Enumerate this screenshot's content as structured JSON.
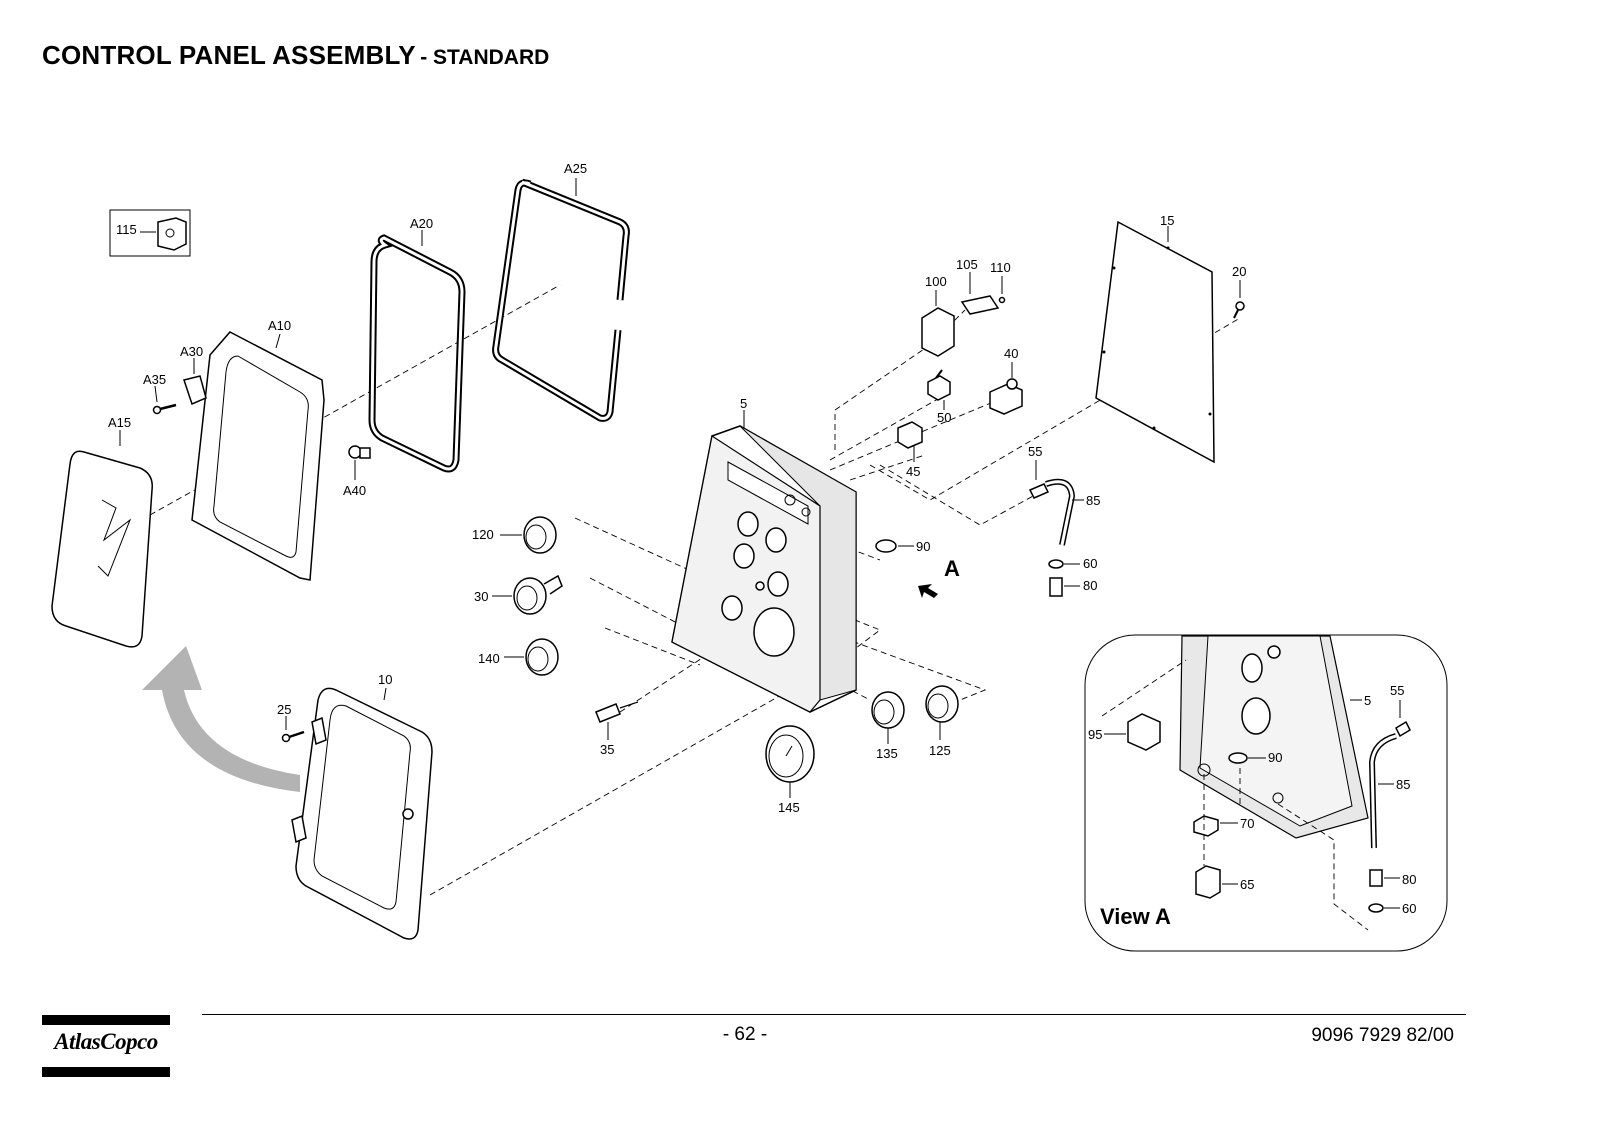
{
  "title": {
    "main": "CONTROL PANEL ASSEMBLY",
    "sub": "- STANDARD"
  },
  "parts": {
    "p115": "115",
    "pA25": "A25",
    "pA20": "A20",
    "pA10": "A10",
    "pA30": "A30",
    "pA35": "A35",
    "pA15": "A15",
    "pA40": "A40",
    "p15": "15",
    "p105": "105",
    "p110": "110",
    "p100": "100",
    "p20": "20",
    "p40": "40",
    "p50": "50",
    "p5": "5",
    "p45": "45",
    "p55": "55",
    "p85": "85",
    "p90": "90",
    "p60": "60",
    "p80": "80",
    "p120": "120",
    "p30": "30",
    "p140": "140",
    "p10": "10",
    "p25": "25",
    "p35": "35",
    "p135": "135",
    "p125": "125",
    "p145": "145"
  },
  "view_marker": "A",
  "inset": {
    "title": "View A",
    "p5": "5",
    "p55": "55",
    "p95": "95",
    "p90": "90",
    "p85": "85",
    "p70": "70",
    "p65": "65",
    "p80": "80",
    "p60": "60"
  },
  "footer": {
    "logo": "AtlasCopco",
    "page": "- 62 -",
    "doc_number": "9096 7929 82/00"
  }
}
